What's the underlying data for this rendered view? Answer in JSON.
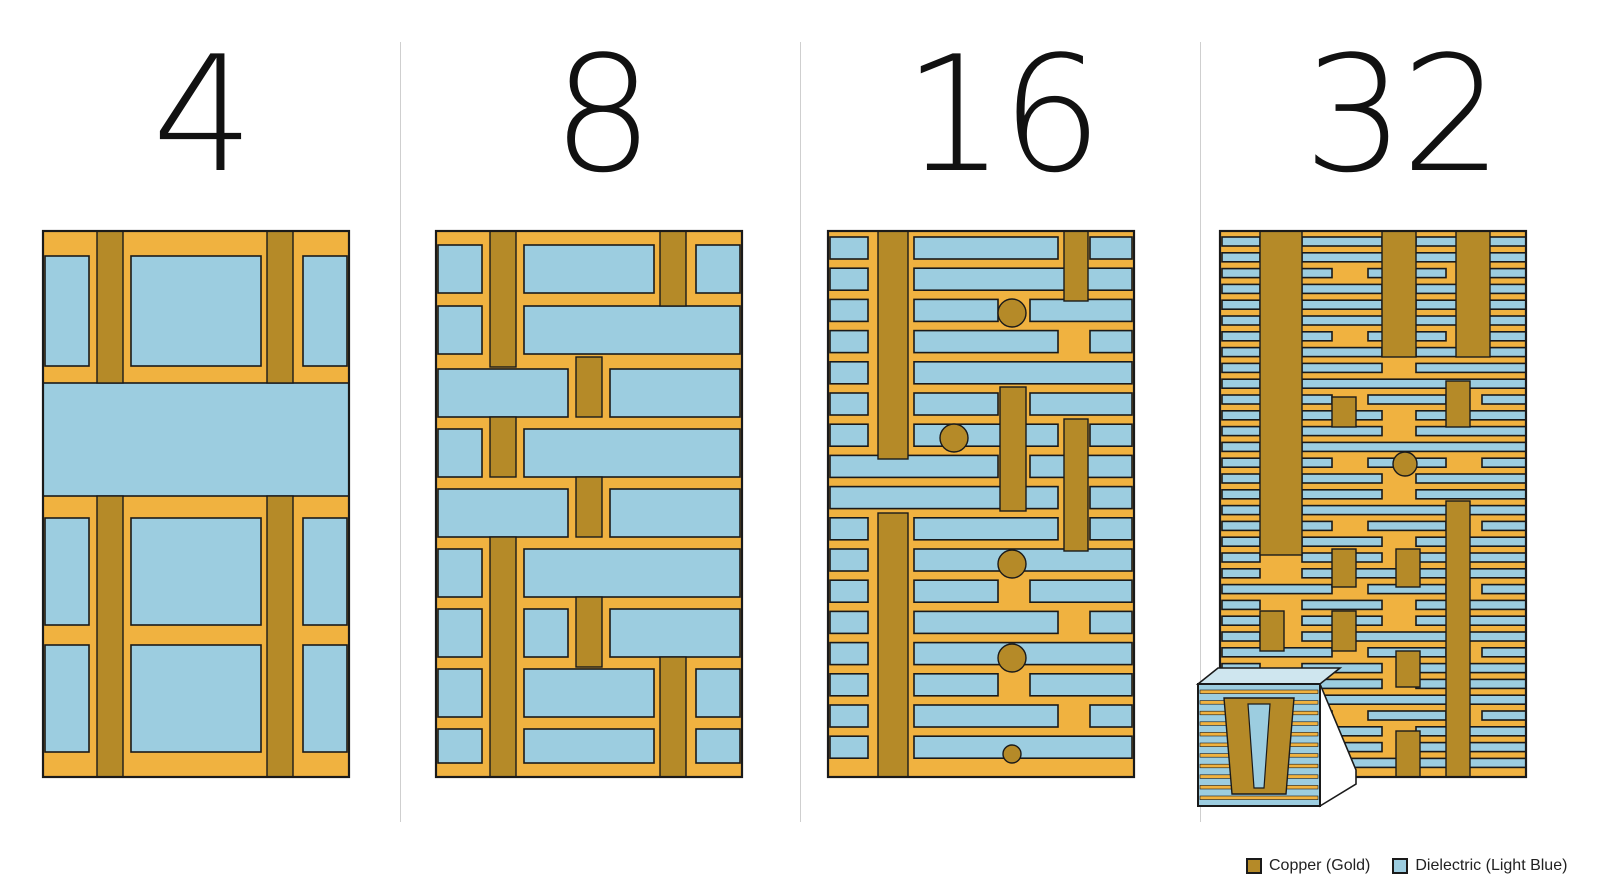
{
  "panels": [
    {
      "label": "4"
    },
    {
      "label": "8"
    },
    {
      "label": "16"
    },
    {
      "label": "32"
    }
  ],
  "legend": {
    "copper_label": "Copper (Gold)",
    "dielectric_label": "Dielectric (Light Blue)"
  },
  "colors": {
    "copper_light": "#f0b240",
    "copper_dark": "#b58a28",
    "dielectric": "#9ccde0",
    "outline": "#1a1a1a"
  }
}
